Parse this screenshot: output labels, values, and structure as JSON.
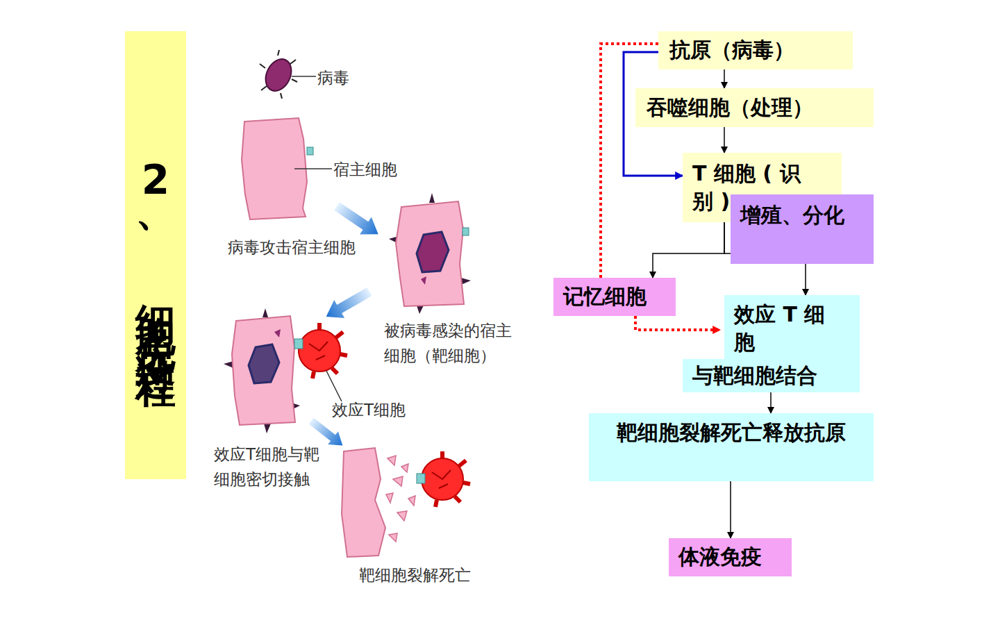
{
  "diagram": {
    "title": "2、细胞免疫过程",
    "nodes": [
      {
        "text": [
          "抗原（病毒）"
        ]
      },
      {
        "text": [
          "吞噬细胞（处理）"
        ]
      },
      {
        "text": [
          "T 细胞 ( 识别 )"
        ]
      },
      {
        "text": [
          "增殖、分化"
        ]
      },
      {
        "text": [
          "记忆细胞"
        ]
      },
      {
        "text": [
          "效应 T 细胞",
          "与靶细胞结合"
        ]
      },
      {
        "text": [
          "靶细胞裂解死亡释放抗原"
        ]
      },
      {
        "text": [
          "体液免疫"
        ]
      }
    ],
    "edges": [
      {
        "from": 0,
        "to": 1,
        "arrow": "to"
      },
      {
        "from": 0,
        "to": 2,
        "arrow": "to"
      },
      {
        "from": 1,
        "to": 2,
        "arrow": "to"
      },
      {
        "from": 2,
        "to": 4,
        "arrow": "to"
      },
      {
        "from": 2,
        "to": 5,
        "arrow": "to"
      },
      {
        "from": 4,
        "to": 0,
        "arrow": "none"
      },
      {
        "from": 4,
        "to": 5,
        "arrow": "to"
      },
      {
        "from": 5,
        "to": 6,
        "arrow": "to"
      },
      {
        "from": 6,
        "to": 7,
        "arrow": "to"
      }
    ],
    "labels": [
      "病毒",
      "宿主细胞",
      "病毒攻击宿主细胞",
      "被病毒感染的宿主细胞（靶细胞）",
      "效应T细胞",
      "效应T细胞与靶细胞密切接触",
      "靶细胞裂解死亡"
    ]
  }
}
